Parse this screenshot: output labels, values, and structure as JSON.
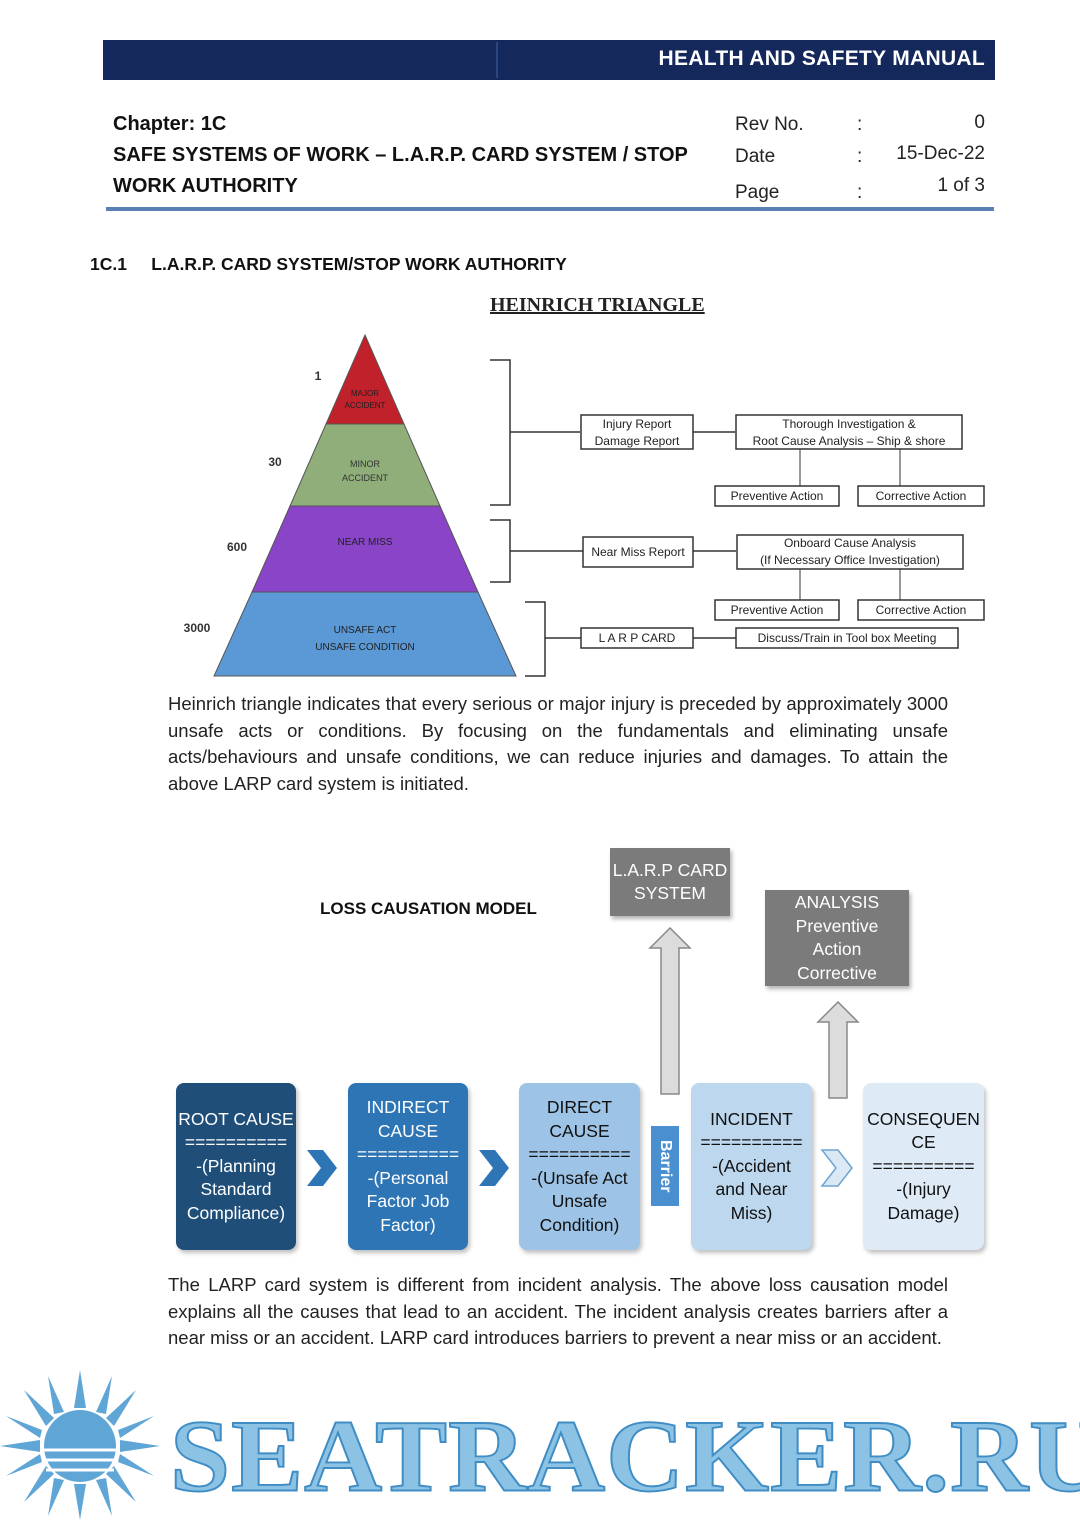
{
  "header": {
    "title": "HEALTH AND SAFETY MANUAL"
  },
  "chapter": {
    "number": "Chapter: 1C",
    "title_line1": "SAFE SYSTEMS OF WORK – L.A.R.P. CARD SYSTEM / STOP",
    "title_line2": "WORK AUTHORITY",
    "rev_label": "Rev No.",
    "rev_value": "0",
    "date_label": "Date",
    "date_value": "15-Dec-22",
    "page_label": "Page",
    "page_value": "1 of 3",
    "colon": ":"
  },
  "section": {
    "heading": "1C.1     L.A.R.P. CARD SYSTEM/STOP WORK AUTHORITY"
  },
  "heinrich": {
    "title": "HEINRICH TRIANGLE",
    "levels": [
      {
        "count": "1",
        "label1": "MAJOR",
        "label2": "ACCIDENT",
        "color": "#c0212a"
      },
      {
        "count": "30",
        "label1": "MINOR",
        "label2": "ACCIDENT",
        "color": "#8fae7a"
      },
      {
        "count": "600",
        "label1": "NEAR MISS",
        "label2": "",
        "color": "#8a44c8"
      },
      {
        "count": "3000",
        "label1": "UNSAFE ACT",
        "label2": "UNSAFE CONDITION",
        "color": "#5b98d6"
      }
    ],
    "flow": {
      "injury_report_1": "Injury Report",
      "injury_report_2": "Damage Report",
      "thorough_1": "Thorough Investigation &",
      "thorough_2": "Root Cause Analysis – Ship & shore",
      "preventive_1": "Preventive Action",
      "corrective_1": "Corrective Action",
      "near_miss_report": "Near Miss Report",
      "onboard_1": "Onboard Cause Analysis",
      "onboard_2": "(If Necessary Office Investigation)",
      "preventive_2": "Preventive Action",
      "corrective_2": "Corrective Action",
      "larp_card": "L A R P CARD",
      "discuss": "Discuss/Train in Tool box Meeting"
    }
  },
  "paragraphs": {
    "p1": "Heinrich triangle indicates that every serious or major injury is preceded by approximately 3000 unsafe acts or conditions. By focusing on the fundamentals and eliminating unsafe acts/behaviours and unsafe conditions, we can reduce injuries and damages. To attain the above LARP card system is initiated.",
    "p2": "The LARP card system is different from incident analysis. The above loss causation model explains all the causes that lead to an accident. The incident analysis creates barriers after a near miss or an accident. LARP card introduces barriers to prevent a near miss or an accident."
  },
  "loss_model": {
    "title": "LOSS CAUSATION MODEL",
    "larp_box": "L.A.R.P CARD\nSYSTEM",
    "analysis_box": "ANALYSIS\nPreventive\nAction\nCorrective",
    "barrier": "Barrier",
    "boxes": [
      {
        "text": "ROOT CAUSE\n==========\n-(Planning\nStandard\nCompliance)",
        "color": "#1f4e79"
      },
      {
        "text": "INDIRECT\nCAUSE\n==========\n-(Personal\nFactor Job\nFactor)",
        "color": "#2e75b6"
      },
      {
        "text": "DIRECT\nCAUSE\n==========\n-(Unsafe Act\nUnsafe\nCondition)",
        "color": "#9dc3e6"
      },
      {
        "text": "INCIDENT\n==========\n-(Accident\nand Near\nMiss)",
        "color": "#bdd7ee"
      },
      {
        "text": "CONSEQUEN\nCE\n==========\n-(Injury\nDamage)",
        "color": "#deebf7"
      }
    ]
  },
  "watermark": {
    "text": "SEATRACKER.RU"
  }
}
